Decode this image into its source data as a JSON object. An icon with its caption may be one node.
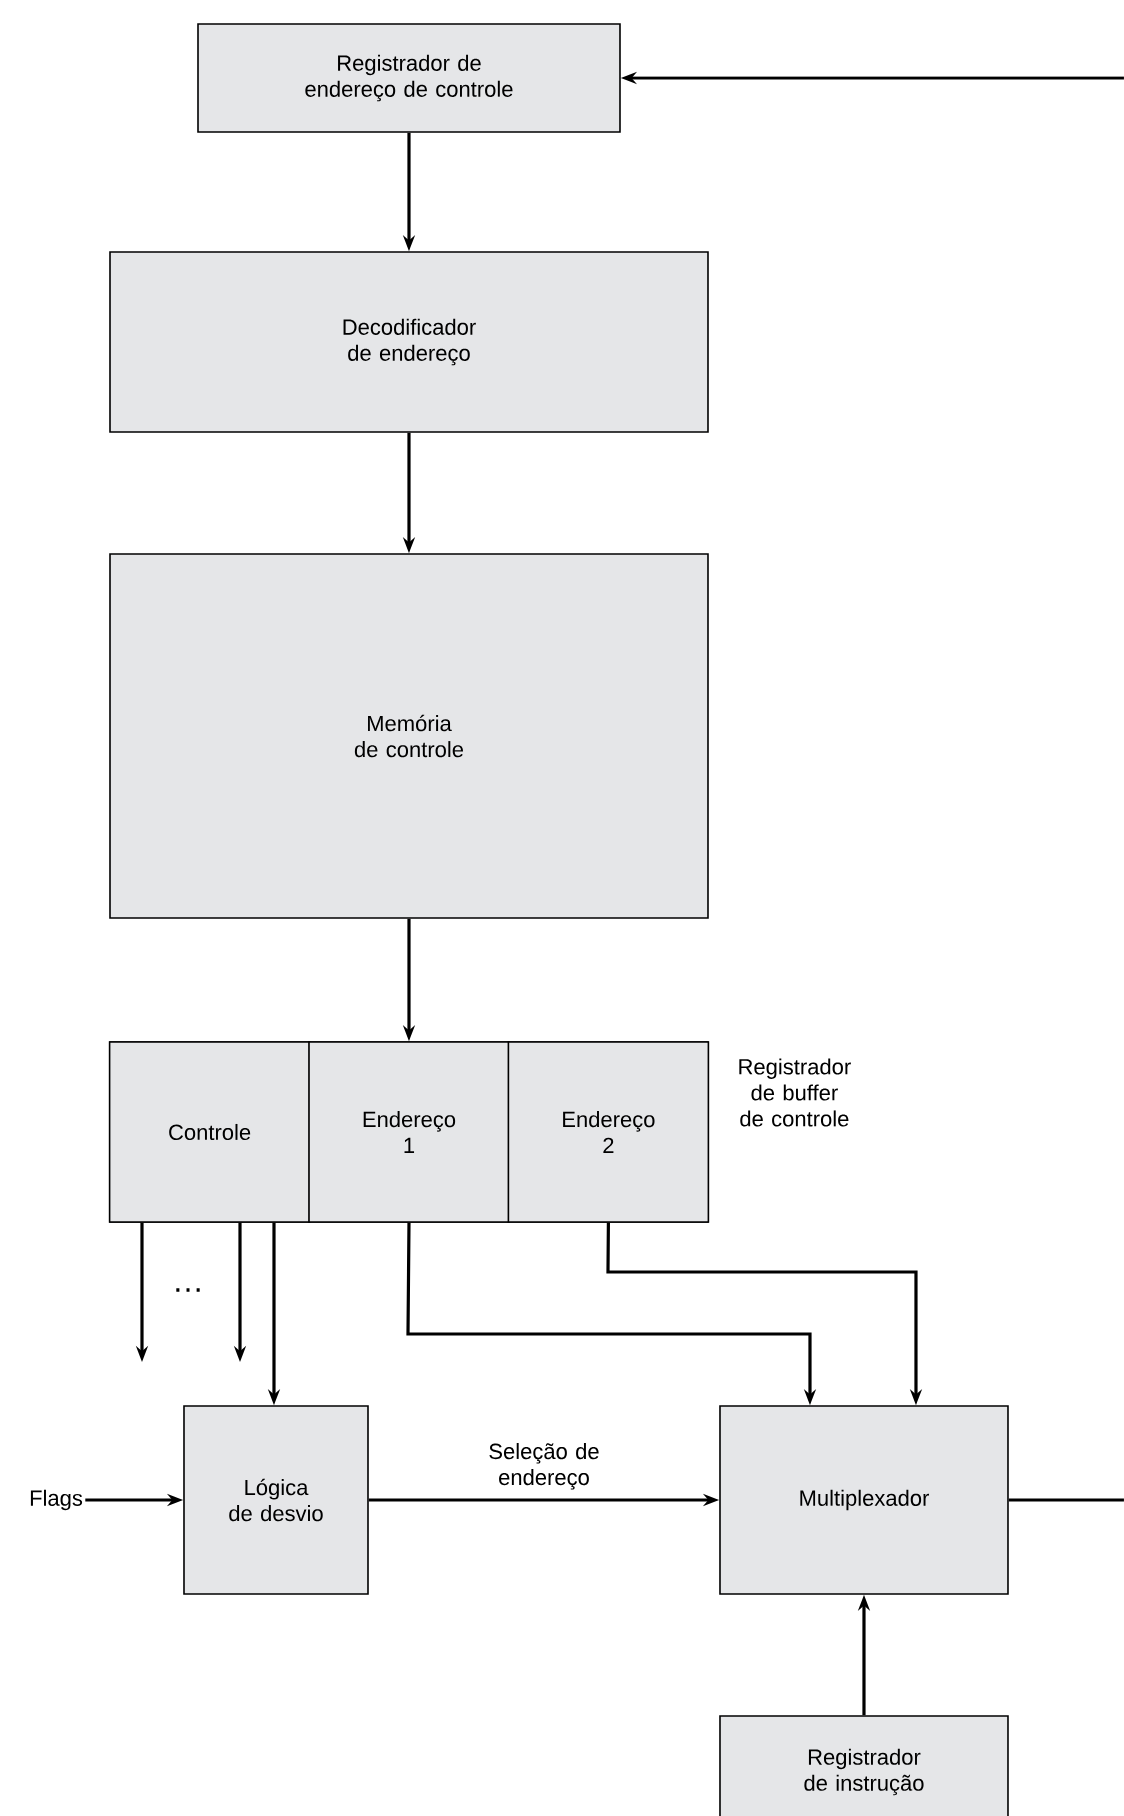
{
  "diagram": {
    "nodes": [
      {
        "text": [
          "Registrador de endereço de controle"
        ]
      },
      {
        "text": [
          "Decodificador de endereço"
        ]
      },
      {
        "text": [
          "Memória de controle"
        ]
      },
      {
        "text": [
          "Registrador de buffer de controle"
        ]
      },
      {
        "text": [
          "Controle"
        ],
        "in": 3
      },
      {
        "text": [
          "Endereço 1"
        ],
        "in": 3
      },
      {
        "text": [
          "Endereço 2"
        ],
        "in": 3
      },
      {
        "text": [
          "Flags"
        ]
      },
      {
        "text": [
          "Lógica de desvio"
        ]
      },
      {
        "text": [
          "Multiplexador"
        ]
      },
      {
        "text": [
          "Registrador de instrução"
        ]
      }
    ],
    "edges": [
      {
        "from": null,
        "to": 0,
        "arrow": "to"
      },
      {
        "from": 0,
        "to": 1,
        "arrow": "to"
      },
      {
        "from": 1,
        "to": 2,
        "arrow": "to"
      },
      {
        "from": 2,
        "to": 3,
        "arrow": "to"
      },
      {
        "from": 4,
        "to": null,
        "arrow": "to"
      },
      {
        "from": 4,
        "to": null,
        "arrow": "to"
      },
      {
        "from": 4,
        "to": 8,
        "arrow": "to"
      },
      {
        "from": 5,
        "to": 9,
        "arrow": "to"
      },
      {
        "from": 6,
        "to": 9,
        "arrow": "to"
      },
      {
        "from": 7,
        "to": 8,
        "arrow": "to"
      },
      {
        "from": 8,
        "to": 9,
        "arrow": "to",
        "label": "Seleção de endereço"
      },
      {
        "from": 10,
        "to": 9,
        "arrow": "to"
      },
      {
        "from": 9,
        "to": null,
        "arrow": "none"
      }
    ],
    "labels": [
      "…"
    ]
  }
}
